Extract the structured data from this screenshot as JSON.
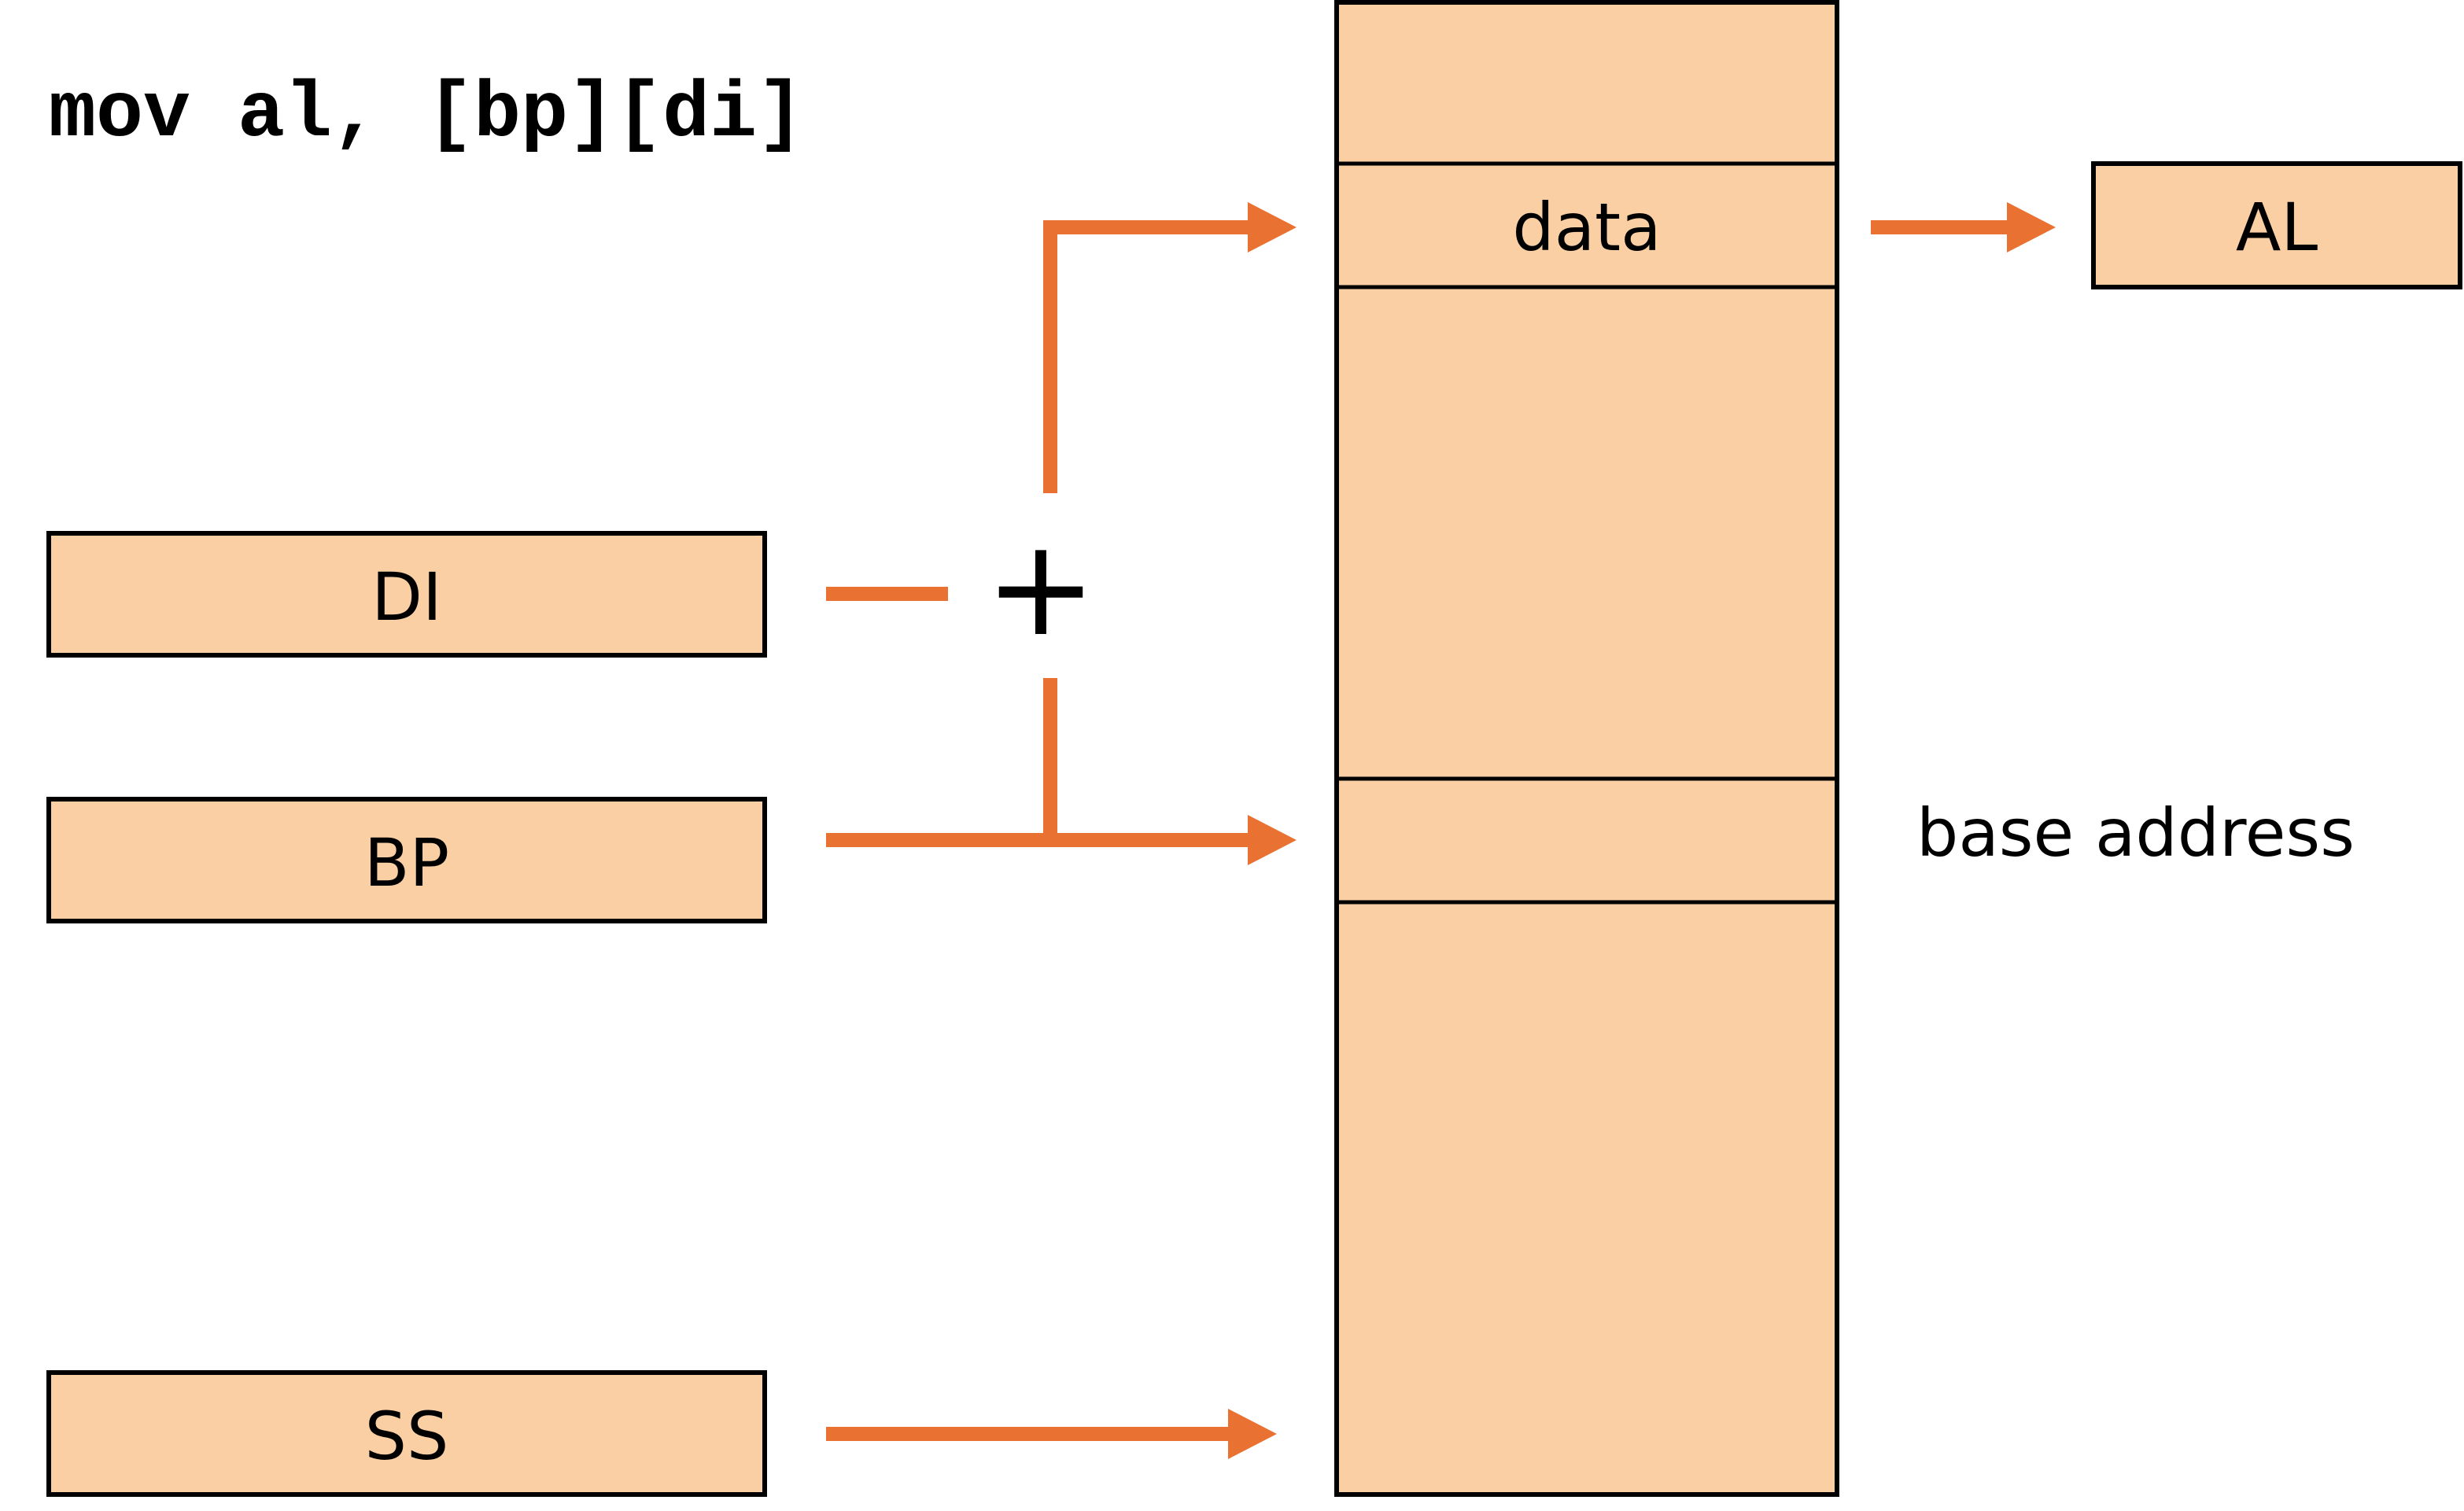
{
  "instruction": "mov al, [bp][di]",
  "registers": {
    "di": "DI",
    "bp": "BP",
    "ss": "SS",
    "al": "AL"
  },
  "memory": {
    "data_label": "data",
    "base_address_label": "base address"
  },
  "operator": "+",
  "colors": {
    "box_fill": "#f9cfa3",
    "arrow": "#e97132",
    "outline": "#000000"
  }
}
